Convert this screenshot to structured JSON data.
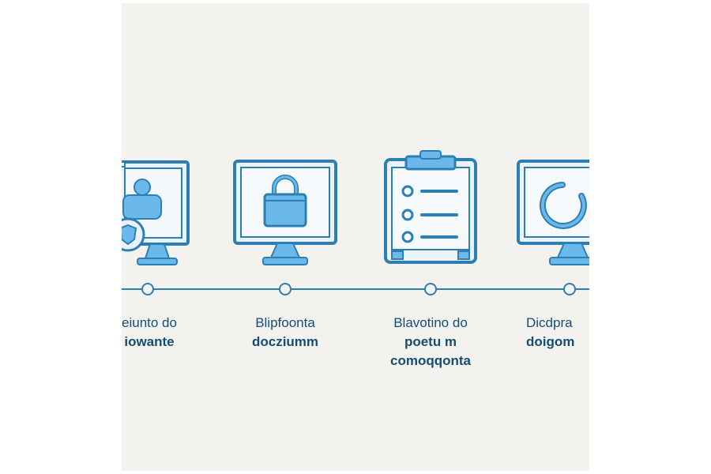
{
  "colors": {
    "background": "#f3f2ef",
    "stroke": "#2d7fb3",
    "fill": "#6bb9ea",
    "screen": "#eaf3f9",
    "text": "#174d74"
  },
  "steps": [
    {
      "icon": "user-shield-monitor-icon",
      "line1": "eiunto do",
      "line2": "iowante",
      "line3": ""
    },
    {
      "icon": "padlock-monitor-icon",
      "line1": "Blipfoonta",
      "line2": "docziumm",
      "line3": ""
    },
    {
      "icon": "clipboard-checklist-icon",
      "line1": "Blavotino do",
      "line2": "poetu m",
      "line3": "comoqqonta"
    },
    {
      "icon": "refresh-monitor-icon",
      "line1": "Dicdpra",
      "line2": "doigom",
      "line3": ""
    }
  ]
}
